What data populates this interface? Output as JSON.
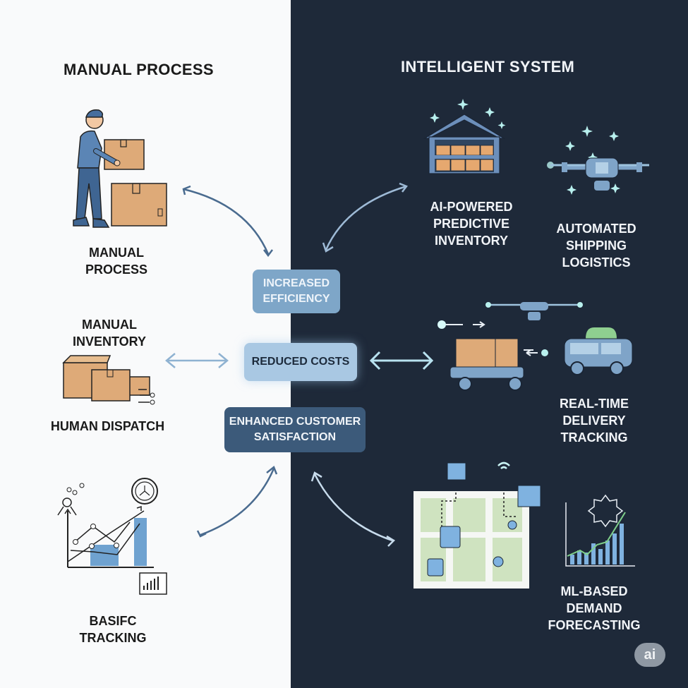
{
  "left": {
    "title": "MANUAL PROCESS",
    "items": [
      {
        "label": "MANUAL PROCESS",
        "icon": "worker-lifting-boxes-icon"
      },
      {
        "label": "MANUAL\nINVENTORY",
        "icon": "cardboard-boxes-icon"
      },
      {
        "label": "HUMAN DISPATCH",
        "icon": "dispatch-lines-icon"
      },
      {
        "label": "BASIFC\nTRACKING",
        "icon": "basic-chart-icon"
      }
    ]
  },
  "right": {
    "title": "INTELLIGENT SYSTEM",
    "items": [
      {
        "label": "AI-POWERED\nPREDICTIVE\nINVENTORY",
        "icon": "smart-warehouse-icon"
      },
      {
        "label": "AUTOMATED\nSHIPPING\nLOGISTICS",
        "icon": "drone-icon"
      },
      {
        "label": "REAL-TIME\nDELIVERY\nTRACKING",
        "icon": "delivery-vehicles-icon"
      },
      {
        "label": "ML-BASED\nDEMAND\nFORECASTING",
        "icon": "forecast-chart-icon"
      }
    ],
    "map_icon": "route-map-icon"
  },
  "benefits": [
    {
      "label": "INCREASED\nEFFICIENCY"
    },
    {
      "label": "REDUCED COSTS"
    },
    {
      "label": "ENHANCED CUSTOMER\nSATISFACTION"
    }
  ],
  "watermark": "ai",
  "colors": {
    "left_bg": "#f9fafb",
    "right_bg": "#1e2939",
    "accent_blue": "#7ea6c8",
    "glow": "#7fe3e0",
    "box": "#deaa78"
  }
}
